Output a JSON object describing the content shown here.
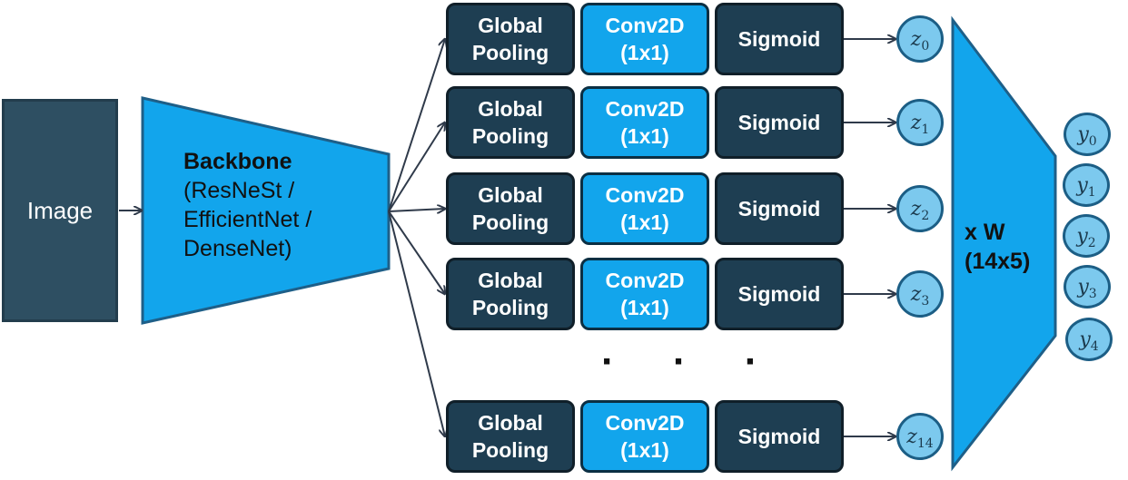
{
  "image_label": "Image",
  "backbone": {
    "title": "Backbone",
    "line1": "(ResNeSt /",
    "line2": "EfficientNet /",
    "line3": "DenseNet)"
  },
  "branches": [
    {
      "pool": [
        "Global",
        "Pooling"
      ],
      "conv": [
        "Conv2D",
        "(1x1)"
      ],
      "sigmoid": "Sigmoid",
      "z_sub": "0"
    },
    {
      "pool": [
        "Global",
        "Pooling"
      ],
      "conv": [
        "Conv2D",
        "(1x1)"
      ],
      "sigmoid": "Sigmoid",
      "z_sub": "1"
    },
    {
      "pool": [
        "Global",
        "Pooling"
      ],
      "conv": [
        "Conv2D",
        "(1x1)"
      ],
      "sigmoid": "Sigmoid",
      "z_sub": "2"
    },
    {
      "pool": [
        "Global",
        "Pooling"
      ],
      "conv": [
        "Conv2D",
        "(1x1)"
      ],
      "sigmoid": "Sigmoid",
      "z_sub": "3"
    },
    {
      "pool": [
        "Global",
        "Pooling"
      ],
      "conv": [
        "Conv2D",
        "(1x1)"
      ],
      "sigmoid": "Sigmoid",
      "z_sub": "14"
    }
  ],
  "ellipsis": "· · ·",
  "z_symbol": "z",
  "projection": {
    "line1": "x W",
    "line2": "(14x5)"
  },
  "y_symbol": "y",
  "outputs": [
    "0",
    "1",
    "2",
    "3",
    "4"
  ],
  "colors": {
    "dark_box": "#1e3e52",
    "image_box": "#2e4f62",
    "light_blue": "#12a5ec",
    "circle_fill": "#7cc9ee",
    "arrow": "#2f3a4a"
  }
}
